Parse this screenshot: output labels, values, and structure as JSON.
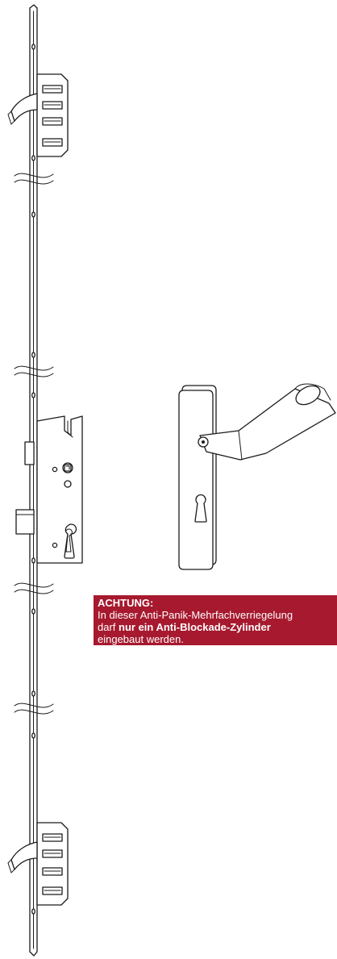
{
  "warning": {
    "title": "ACHTUNG:",
    "line1": "In dieser Anti-Panik-Mehrfachverriegelung",
    "line2_start": "darf ",
    "line2_bold": "nur ein Anti-Blockade-Zylinder",
    "line3": "eingebaut werden.",
    "background_color": "#a6192e",
    "text_color": "#ffffff"
  }
}
